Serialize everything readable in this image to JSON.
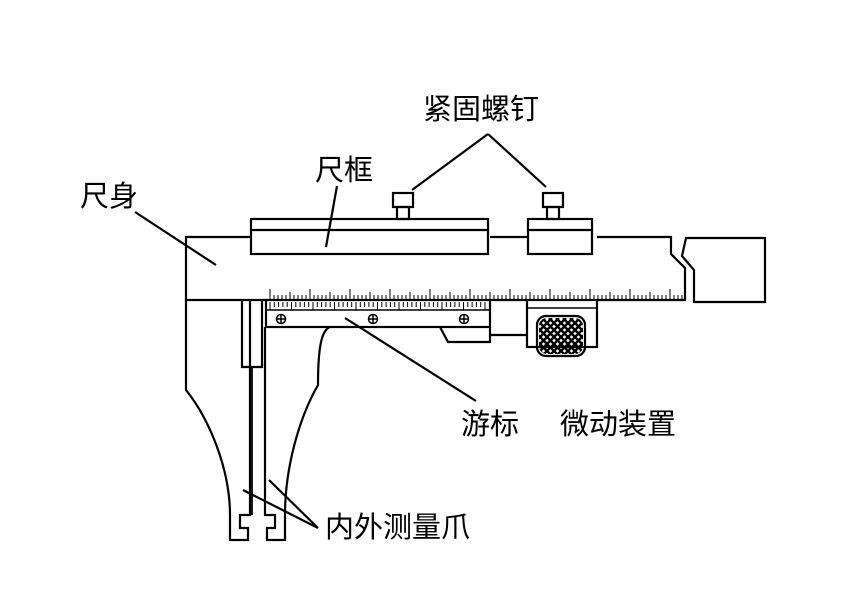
{
  "labels": {
    "clamp_screws": "紧固螺钉",
    "ruler_frame": "尺框",
    "ruler_body": "尺身",
    "vernier": "游标",
    "fine_adjust": "微动装置",
    "jaws": "内外测量爪"
  },
  "colors": {
    "line": "#000000",
    "background": "#ffffff"
  }
}
